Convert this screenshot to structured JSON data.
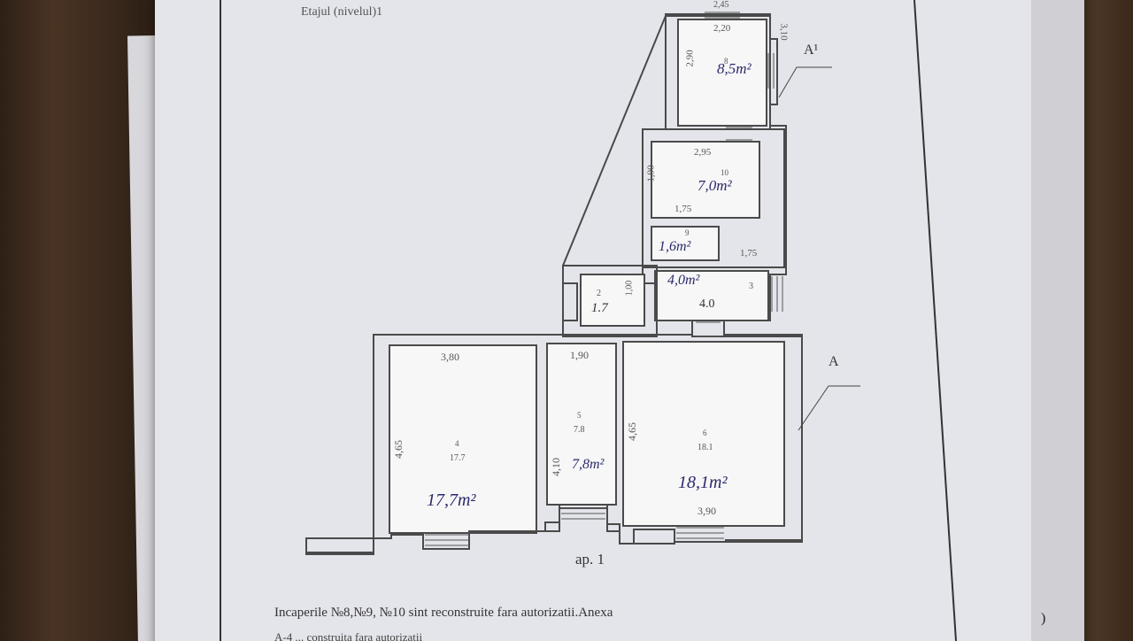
{
  "header": {
    "level_label": "Etajul (nivelul)1"
  },
  "apartment_label": "ap. 1",
  "footnote": "Incaperile №8,№9, №10 sint reconstruite fara autorizatii.Anexa",
  "footnote_cut": "A-4 ... construita fara autorizatii",
  "side_labels": {
    "annex": "A¹",
    "main": "A",
    "paren": ")"
  },
  "dimensions": {
    "top_width": "2,45",
    "r8_width": "2,20",
    "r8_height": "2,90",
    "r8_side": "3,10",
    "r10_width": "2,95",
    "r10_height": "1,90",
    "r9_width": "1,75",
    "r3_width": "1,75",
    "r2_side": "1,00",
    "r4_width": "3,80",
    "r4_height": "4,65",
    "r5_width": "1,90",
    "r5_height": "4,10",
    "r6_height": "4,65",
    "r6_width": "3,90"
  },
  "rooms": [
    {
      "num": "8",
      "area": "",
      "hand_area": "8,5m²"
    },
    {
      "num": "10",
      "area": "",
      "hand_area": "7,0m²"
    },
    {
      "num": "9",
      "area": "",
      "hand_area": "1,6m²"
    },
    {
      "num": "3",
      "area": "4.0",
      "hand_area": "4,0m²"
    },
    {
      "num": "2",
      "area": "1.7",
      "hand_area": ""
    },
    {
      "num": "4",
      "area": "17.7",
      "hand_area": "17,7m²"
    },
    {
      "num": "5",
      "area": "7.8",
      "hand_area": "7,8m²"
    },
    {
      "num": "6",
      "area": "18.1",
      "hand_area": "18,1m²"
    }
  ],
  "colors": {
    "wall": "#4a4a4a",
    "ink": "#2a2a6a",
    "paper": "#e4e5ea"
  }
}
